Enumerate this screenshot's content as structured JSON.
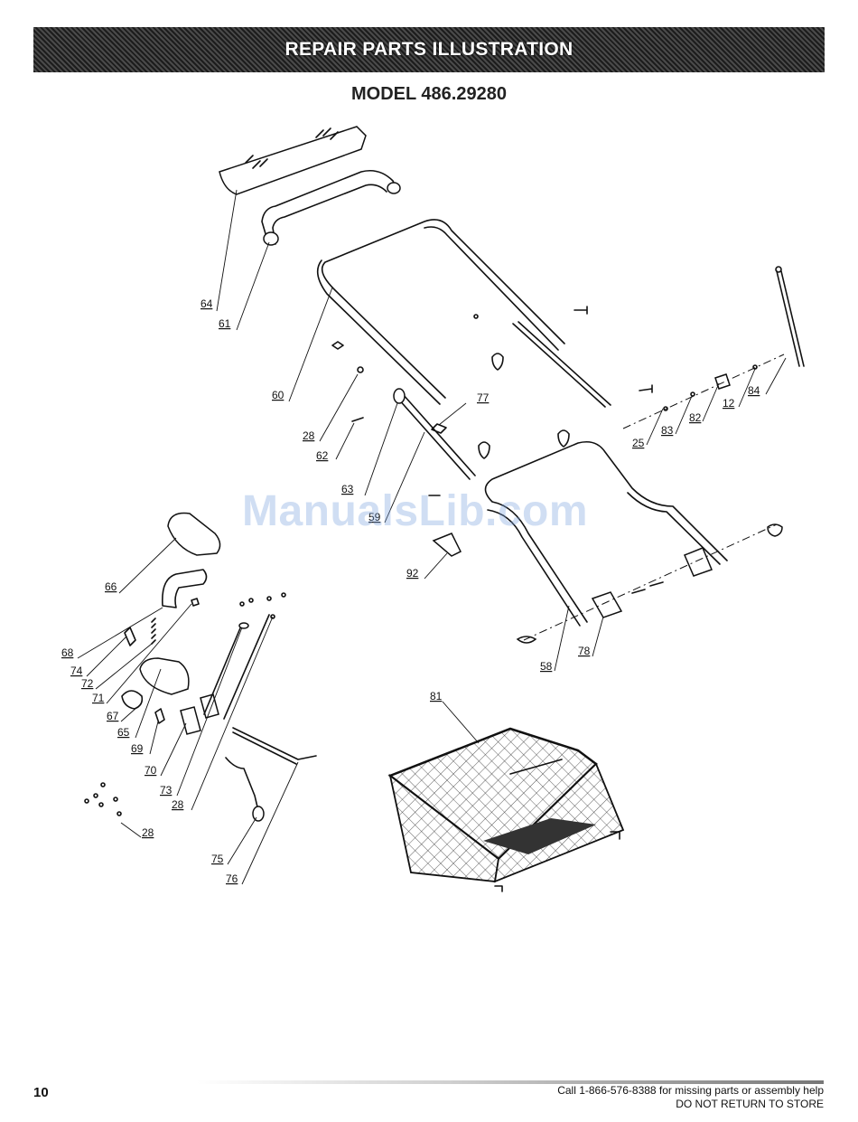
{
  "header": {
    "title": "REPAIR PARTS ILLUSTRATION"
  },
  "model": {
    "label": "MODEL 486.29280"
  },
  "callouts": {
    "c64": "64",
    "c61": "61",
    "c60": "60",
    "c28a": "28",
    "c62": "62",
    "c77": "77",
    "c63": "63",
    "c59": "59",
    "c92": "92",
    "c25": "25",
    "c83": "83",
    "c82": "82",
    "c12": "12",
    "c84": "84",
    "c66": "66",
    "c68": "68",
    "c74": "74",
    "c72": "72",
    "c71": "71",
    "c67": "67",
    "c65": "65",
    "c69": "69",
    "c70": "70",
    "c73": "73",
    "c28b": "28",
    "c28c": "28",
    "c75": "75",
    "c76": "76",
    "c81": "81",
    "c58": "58",
    "c78": "78"
  },
  "watermark": {
    "text": "ManualsLib.com"
  },
  "footer": {
    "page_number": "10",
    "help_text": "Call 1-866-576-8388 for missing parts or assembly help",
    "store_text": "DO NOT RETURN TO STORE"
  }
}
